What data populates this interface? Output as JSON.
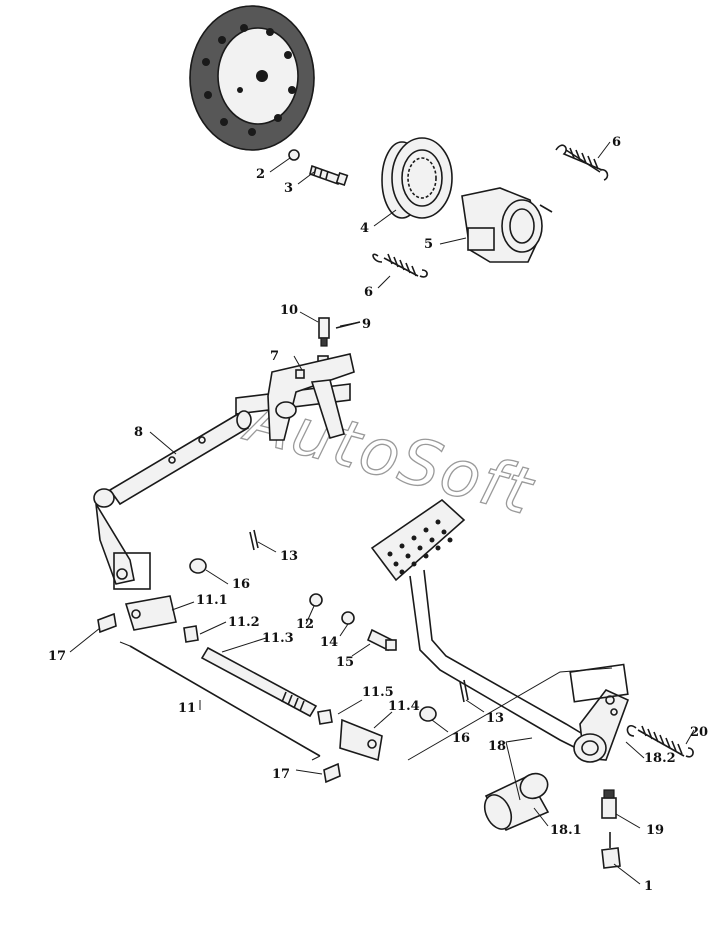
{
  "watermark": "AutoSoft",
  "callouts": {
    "c1": "1",
    "c2": "2",
    "c3": "3",
    "c4": "4",
    "c5": "5",
    "c6a": "6",
    "c6b": "6",
    "c7": "7",
    "c8": "8",
    "c9": "9",
    "c10": "10",
    "c11": "11",
    "c11_1": "11.1",
    "c11_2": "11.2",
    "c11_3": "11.3",
    "c11_4": "11.4",
    "c11_5": "11.5",
    "c12": "12",
    "c13a": "13",
    "c13b": "13",
    "c14": "14",
    "c15": "15",
    "c16a": "16",
    "c16b": "16",
    "c17a": "17",
    "c17b": "17",
    "c18": "18",
    "c18_1": "18.1",
    "c18_2": "18.2",
    "c19": "19",
    "c20": "20"
  }
}
